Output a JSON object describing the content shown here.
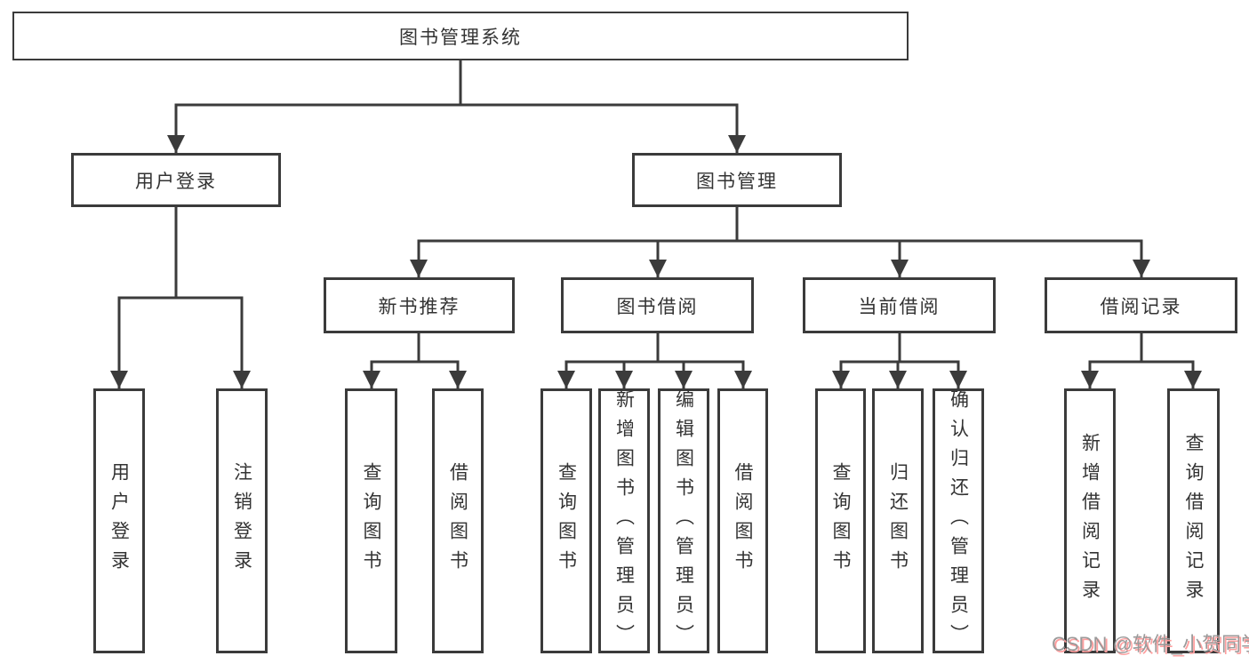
{
  "tree": {
    "root_label": "图书管理系统",
    "user": {
      "label": "用户登录",
      "leaves": [
        "用户登录",
        "注销登录"
      ]
    },
    "mgmt": {
      "label": "图书管理",
      "sections": [
        {
          "label": "新书推荐",
          "leaves": [
            "查询图书",
            "借阅图书"
          ]
        },
        {
          "label": "图书借阅",
          "leaves": [
            "查询图书",
            "新增图书（管理员）",
            "编辑图书（管理员）",
            "借阅图书"
          ]
        },
        {
          "label": "当前借阅",
          "leaves": [
            "查询图书",
            "归还图书",
            "确认归还（管理员）"
          ]
        },
        {
          "label": "借阅记录",
          "leaves": [
            "新增借阅记录",
            "查询借阅记录"
          ]
        }
      ]
    }
  },
  "watermark": {
    "text": "CSDN @软件_小贺同学"
  },
  "colors": {
    "line": "#3b3b3b",
    "box_border": "#3b3b3b",
    "text": "#333333",
    "watermark_text": "#9a9a9a",
    "watermark_shadow": "#ff9e9e",
    "background": "#ffffff"
  }
}
